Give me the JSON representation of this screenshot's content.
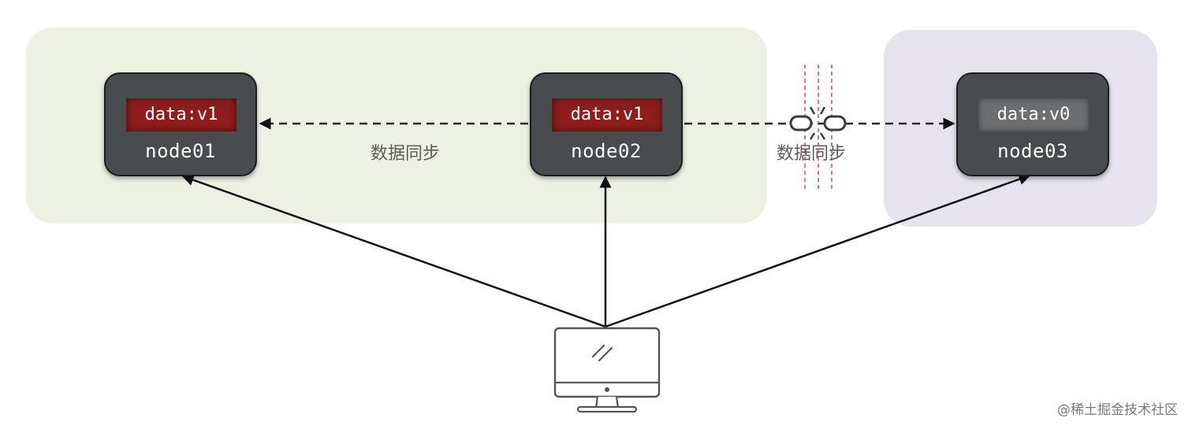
{
  "colors": {
    "zone_healthy": "#edf1e2",
    "zone_isolated": "#e6e3ec",
    "node_fill": "#484c4e",
    "chip_new": "#8e1d1b",
    "chip_old": "#6d6e70",
    "partition_line": "#e05555",
    "arrow": "#111111"
  },
  "nodes": [
    {
      "name": "node01",
      "data": "data:v1",
      "state": "synced"
    },
    {
      "name": "node02",
      "data": "data:v1",
      "state": "synced"
    },
    {
      "name": "node03",
      "data": "data:v0",
      "state": "stale"
    }
  ],
  "links": [
    {
      "from": "node02",
      "to": "node01",
      "label": "数据同步",
      "broken": false
    },
    {
      "from": "node02",
      "to": "node03",
      "label": "数据同步",
      "broken": true
    }
  ],
  "client": {
    "icon": "desktop-computer-icon"
  },
  "partition_icon": "broken-chain-icon",
  "watermark": "@稀土掘金技术社区"
}
